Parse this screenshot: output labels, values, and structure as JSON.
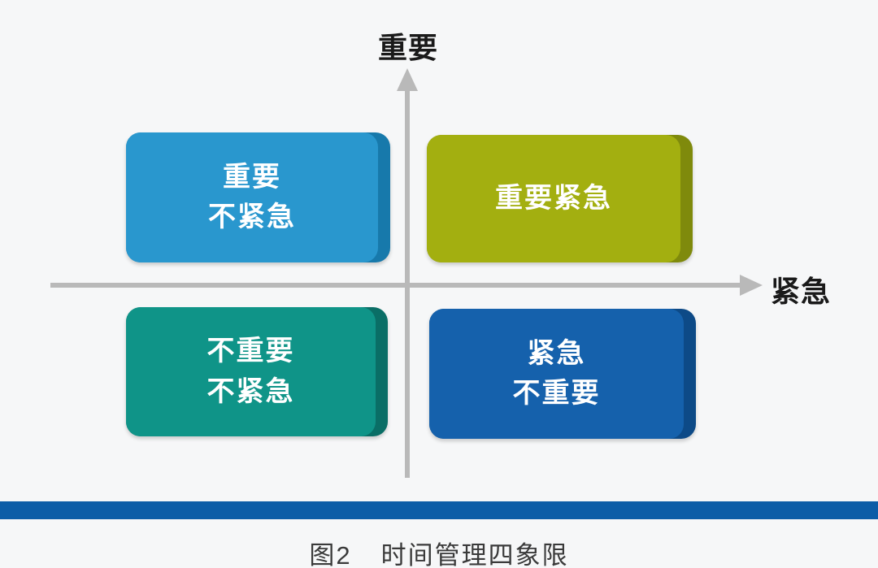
{
  "figure": {
    "axes": {
      "y_label": "重要",
      "x_label": "紧急",
      "line_color": "#b9b9b9"
    },
    "quadrants": [
      {
        "position": "top-left",
        "line1": "重要",
        "line2": "不紧急",
        "face_color": "#2997ce",
        "edge_color": "#1779ab"
      },
      {
        "position": "top-right",
        "line1": "重要紧急",
        "line2": "",
        "face_color": "#a3af10",
        "edge_color": "#7f8a0c"
      },
      {
        "position": "bottom-left",
        "line1": "不重要",
        "line2": "不紧急",
        "face_color": "#0f9488",
        "edge_color": "#0a6e66"
      },
      {
        "position": "bottom-right",
        "line1": "紧急",
        "line2": "不重要",
        "face_color": "#1561ac",
        "edge_color": "#0d4a87"
      }
    ],
    "text_color_on_box": "#ffffff",
    "divider_color": "#0d5da7",
    "caption": {
      "label": "图2",
      "title": "时间管理四象限"
    }
  }
}
